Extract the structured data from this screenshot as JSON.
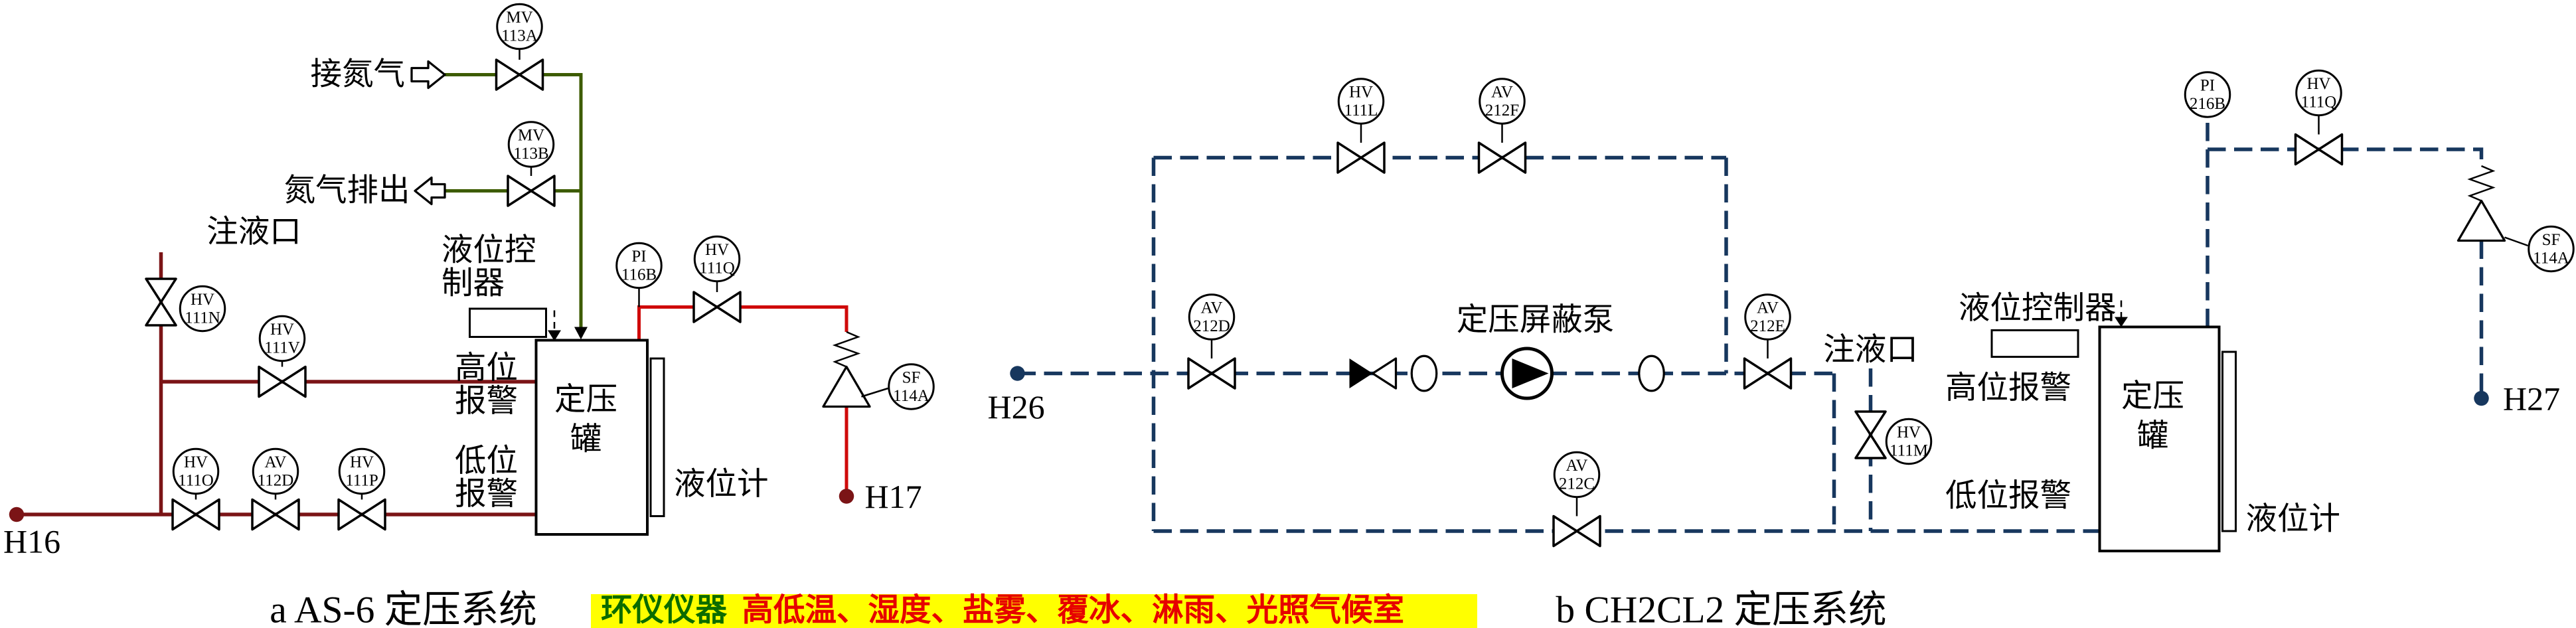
{
  "colors": {
    "liquid_pipe": "#7b1416",
    "nitrogen_pipe": "#3d5c00",
    "relief_pipe": "#cf0a0a",
    "solvent_pipe": "#17375e",
    "watermark_bg": "#ffff00",
    "watermark_brand_color": "#0b6b00",
    "watermark_text_color": "#e60000"
  },
  "captions": {
    "a": "a AS-6 定压系统",
    "b": "b CH2CL2 定压系统"
  },
  "watermark": {
    "brand": "环仪仪器",
    "text": "高低温、湿度、盐雾、覆冰、淋雨、光照气候室"
  },
  "system_a": {
    "labels": {
      "nitrogen_in": "接氮气",
      "nitrogen_out": "氮气排出",
      "fill_port": "注液口",
      "level_controller_line1": "液位控",
      "level_controller_line2": "制器",
      "high_alarm_line1": "高位",
      "high_alarm_line2": "报警",
      "low_alarm_line1": "低位",
      "low_alarm_line2": "报警",
      "tank_line1": "定压",
      "tank_line2": "罐",
      "level_gauge": "液位计",
      "node_h16": "H16",
      "node_h17": "H17"
    },
    "instruments": {
      "mv113a": {
        "tag": "MV",
        "num": "113A"
      },
      "mv113b": {
        "tag": "MV",
        "num": "113B"
      },
      "hv111n": {
        "tag": "HV",
        "num": "111N"
      },
      "hv111v": {
        "tag": "HV",
        "num": "111V"
      },
      "hv111o": {
        "tag": "HV",
        "num": "111O"
      },
      "av112d": {
        "tag": "AV",
        "num": "112D"
      },
      "hv111p": {
        "tag": "HV",
        "num": "111P"
      },
      "pi116b": {
        "tag": "PI",
        "num": "116B"
      },
      "hv111q": {
        "tag": "HV",
        "num": "111Q"
      },
      "sf114a": {
        "tag": "SF",
        "num": "114A"
      }
    }
  },
  "system_b": {
    "labels": {
      "fill_port": "注液口",
      "level_controller": "液位控制器",
      "high_alarm": "高位报警",
      "low_alarm": "低位报警",
      "tank_line1": "定压",
      "tank_line2": "罐",
      "level_gauge": "液位计",
      "pump": "定压屏蔽泵",
      "node_h26": "H26",
      "node_h27": "H27"
    },
    "instruments": {
      "hv111l": {
        "tag": "HV",
        "num": "111L"
      },
      "av212f": {
        "tag": "AV",
        "num": "212F"
      },
      "av212d": {
        "tag": "AV",
        "num": "212D"
      },
      "av212e": {
        "tag": "AV",
        "num": "212E"
      },
      "av212c": {
        "tag": "AV",
        "num": "212C"
      },
      "hv111m": {
        "tag": "HV",
        "num": "111M"
      },
      "pi216b": {
        "tag": "PI",
        "num": "216B"
      },
      "hv111q": {
        "tag": "HV",
        "num": "111Q"
      },
      "sf114a": {
        "tag": "SF",
        "num": "114A"
      }
    }
  }
}
